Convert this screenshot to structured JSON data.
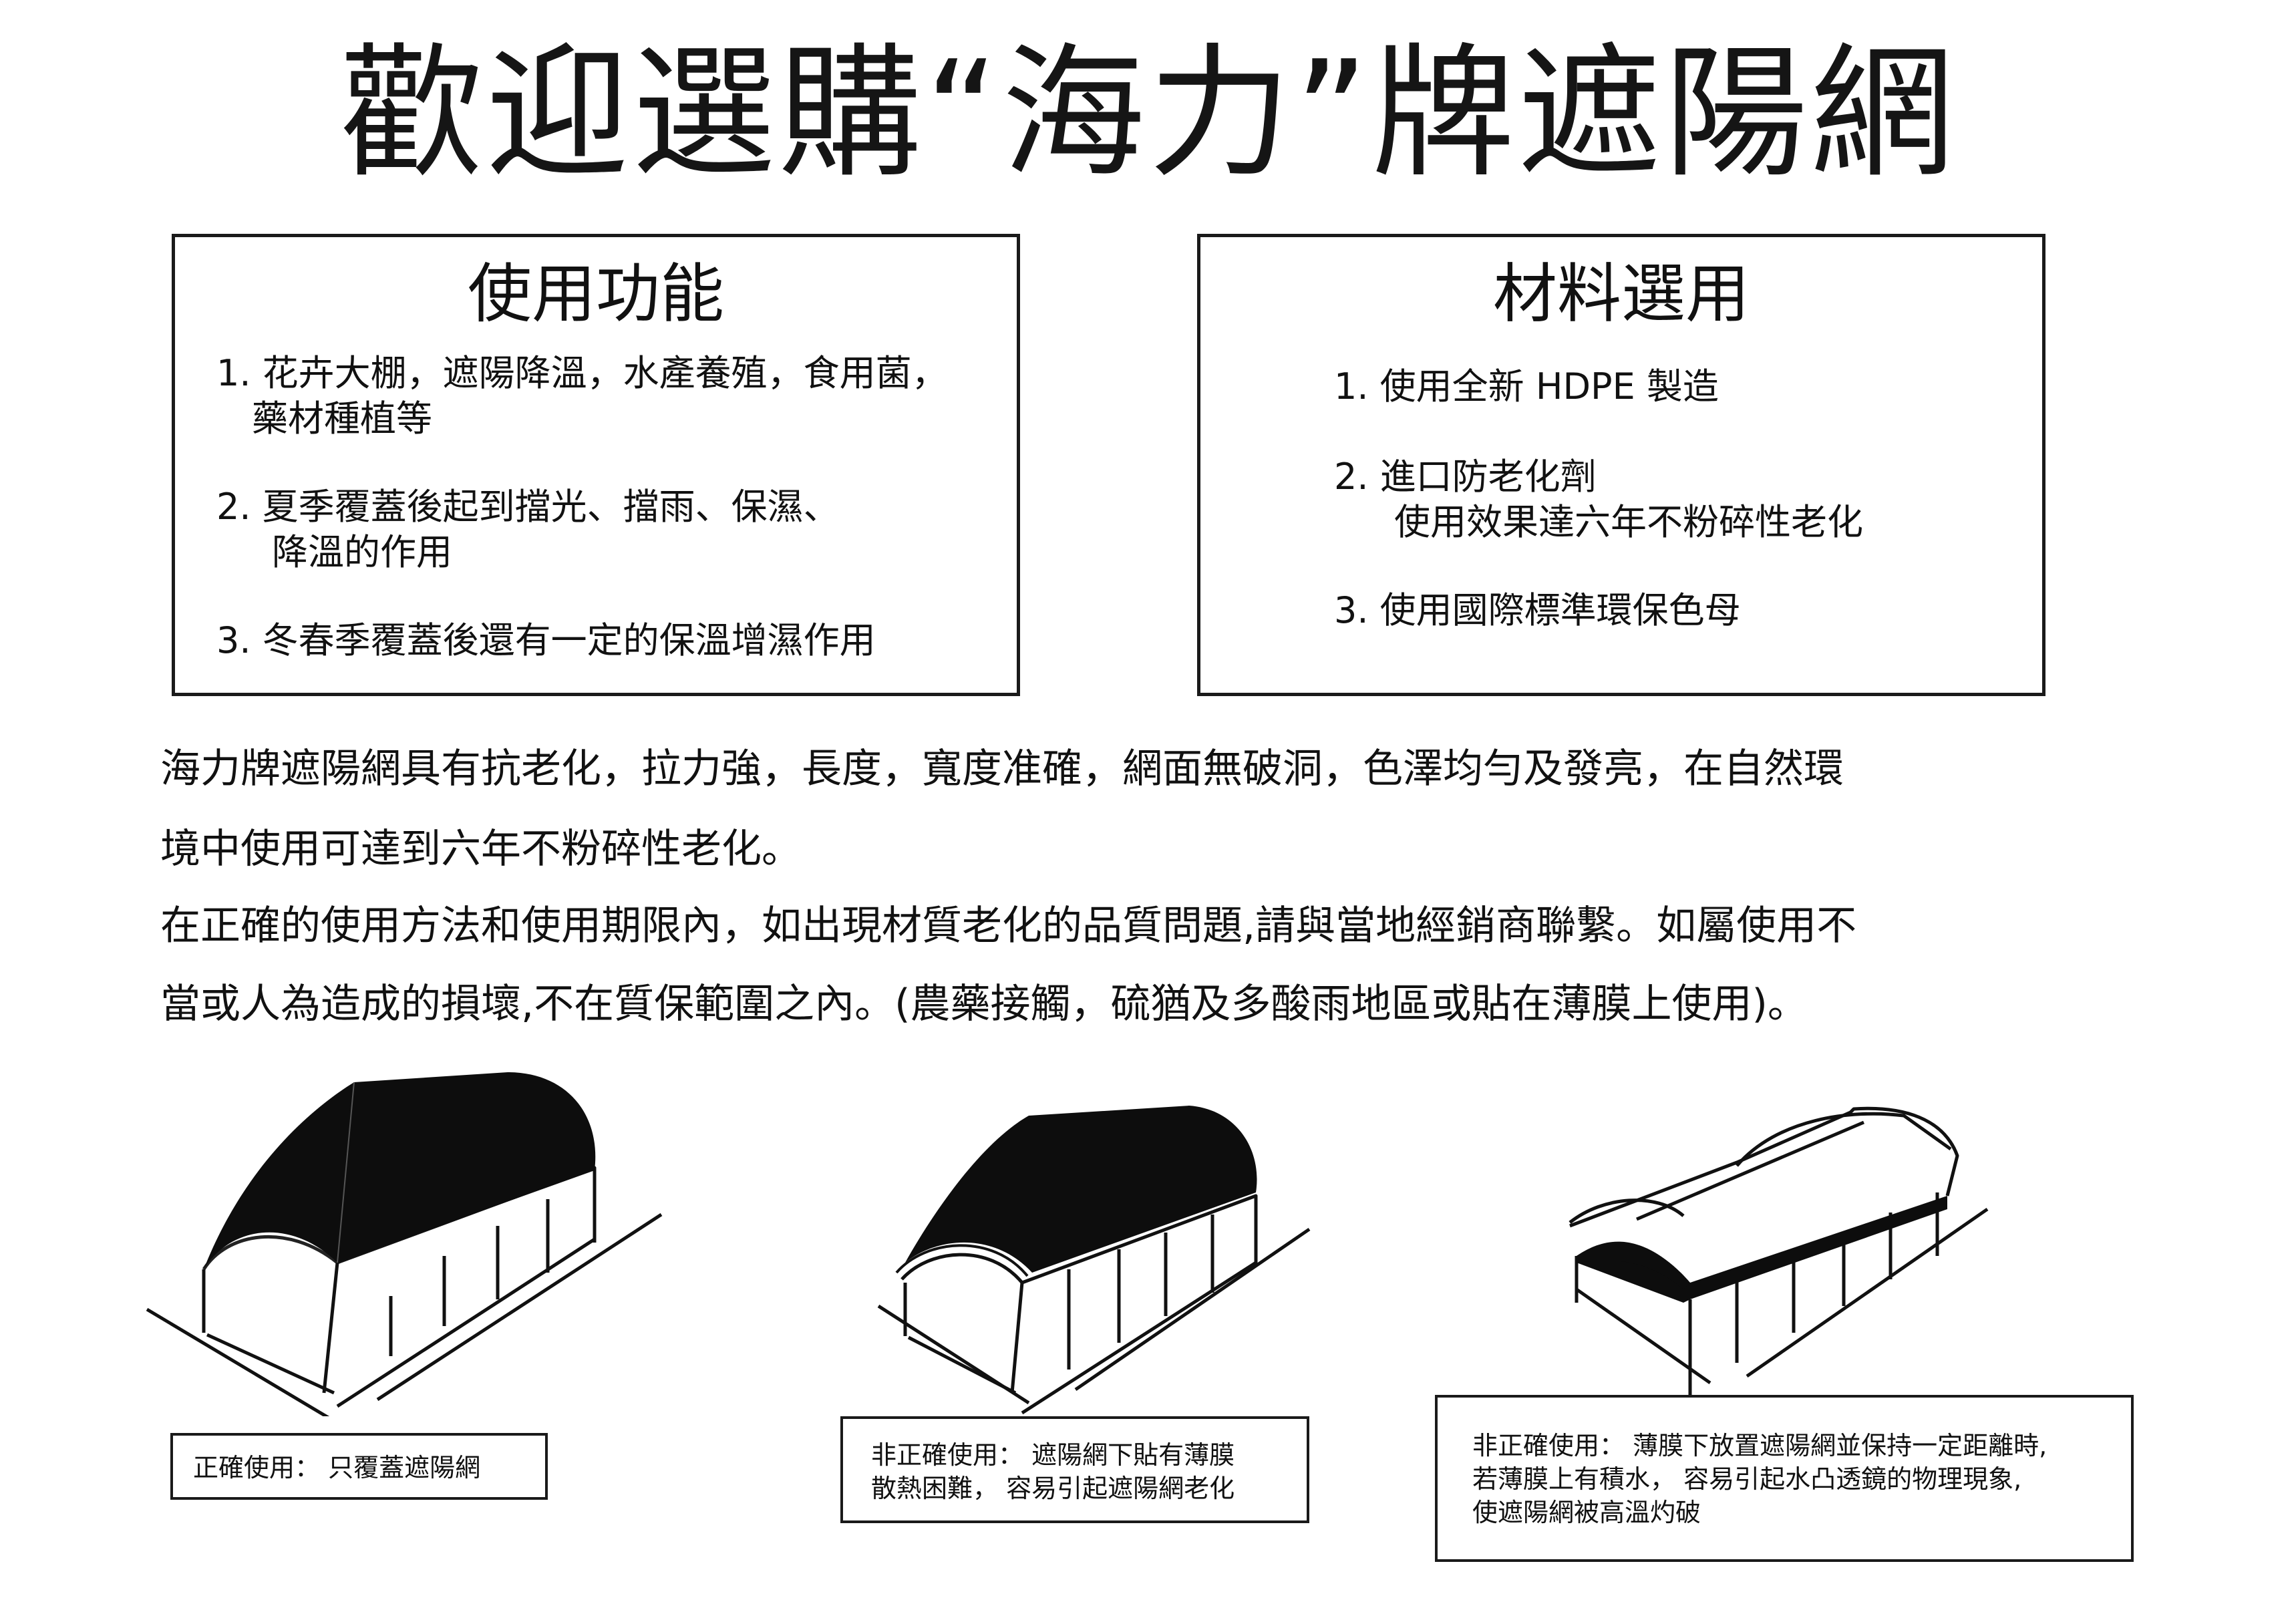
{
  "title": "歡迎選購“海力”牌遮陽網",
  "functions_box": {
    "heading": "使用功能",
    "items": [
      {
        "line1": "1. 花卉大棚，遮陽降溫，水產養殖，食用菌，",
        "line2": "藥材種植等"
      },
      {
        "line1": "2. 夏季覆蓋後起到擋光、擋雨、保濕、",
        "line2": "降溫的作用"
      },
      {
        "line1": "3. 冬春季覆蓋後還有一定的保溫增濕作用",
        "line2": ""
      }
    ]
  },
  "materials_box": {
    "heading": "材料選用",
    "items": [
      {
        "line1": "1. 使用全新 HDPE 製造",
        "line2": ""
      },
      {
        "line1": "2. 進口防老化劑",
        "line2": "使用效果達六年不粉碎性老化"
      },
      {
        "line1": "3. 使用國際標準環保色母",
        "line2": ""
      }
    ]
  },
  "description": [
    "海力牌遮陽網具有抗老化，拉力強，長度，寬度准確，網面無破洞，色澤均勻及發亮，在自然環",
    "境中使用可達到六年不粉碎性老化。",
    "在正確的使用方法和使用期限內，如出現材質老化的品質問題,請與當地經銷商聯繫。如屬使用不",
    "當或人為造成的損壞,不在質保範圍之內。(農藥接觸，硫猶及多酸雨地區或貼在薄膜上使用)。"
  ],
  "captions": {
    "correct": {
      "line1": "正確使用：  只覆蓋遮陽網"
    },
    "incorrect_film_under": {
      "line1": "非正確使用：  遮陽網下貼有薄膜",
      "line2": "散熱困難，   容易引起遮陽網老化"
    },
    "incorrect_film_above": {
      "line1": "非正確使用：  薄膜下放置遮陽網並保持一定距離時,",
      "line2": "若薄膜上有積水，   容易引起水凸透鏡的物理現象,",
      "line3": "使遮陽網被高溫灼破"
    }
  },
  "colors": {
    "ink": "#111111",
    "net_black": "#0d0d0d",
    "paper": "#ffffff"
  }
}
